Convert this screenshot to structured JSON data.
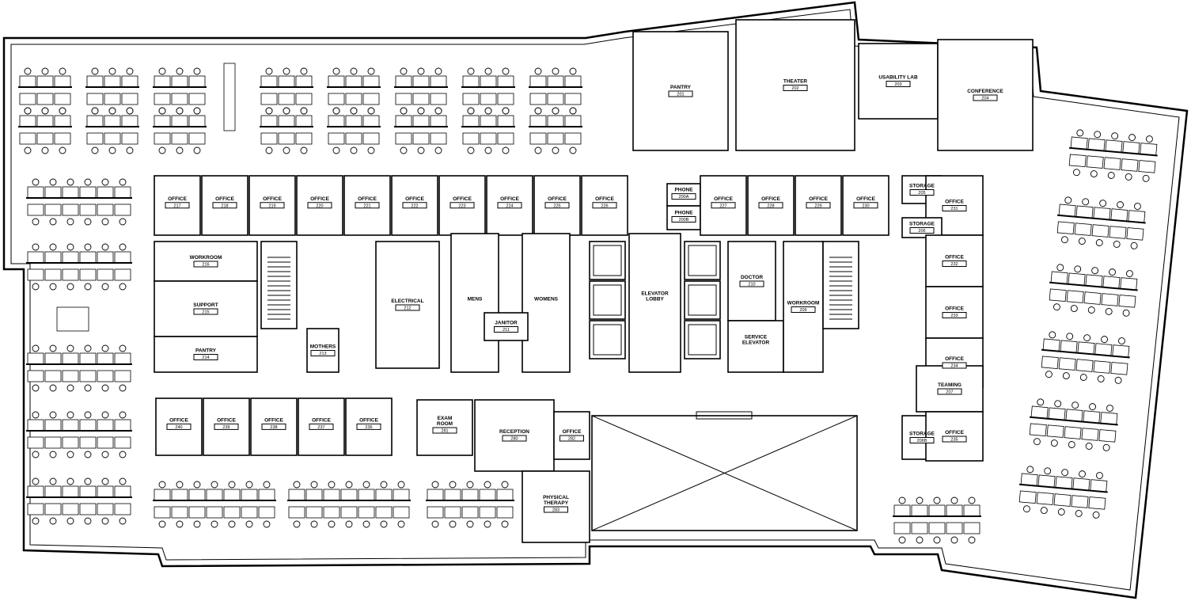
{
  "plan": {
    "accent_color": "#000000",
    "rooms": [
      {
        "label": "OFFICE",
        "number": "217"
      },
      {
        "label": "OFFICE",
        "number": "218"
      },
      {
        "label": "OFFICE",
        "number": "219"
      },
      {
        "label": "OFFICE",
        "number": "220"
      },
      {
        "label": "OFFICE",
        "number": "221"
      },
      {
        "label": "OFFICE",
        "number": "222"
      },
      {
        "label": "OFFICE",
        "number": "223"
      },
      {
        "label": "OFFICE",
        "number": "224"
      },
      {
        "label": "OFFICE",
        "number": "225"
      },
      {
        "label": "OFFICE",
        "number": "226"
      },
      {
        "label": "PHONE",
        "number": "200A"
      },
      {
        "label": "PHONE",
        "number": "200B"
      },
      {
        "label": "OFFICE",
        "number": "227"
      },
      {
        "label": "OFFICE",
        "number": "228"
      },
      {
        "label": "OFFICE",
        "number": "229"
      },
      {
        "label": "OFFICE",
        "number": "230"
      },
      {
        "label": "STORAGE",
        "number": "205"
      },
      {
        "label": "OFFICE",
        "number": "231"
      },
      {
        "label": "STORAGE",
        "number": "206"
      },
      {
        "label": "OFFICE",
        "number": "232"
      },
      {
        "label": "OFFICE",
        "number": "233"
      },
      {
        "label": "OFFICE",
        "number": "234"
      },
      {
        "label": "TEAMING",
        "number": "207"
      },
      {
        "label": "STORAGE",
        "number": "206B"
      },
      {
        "label": "OFFICE",
        "number": "235"
      },
      {
        "label": "WORKROOM",
        "number": "216"
      },
      {
        "label": "SUPPORT",
        "number": "215"
      },
      {
        "label": "PANTRY",
        "number": "214"
      },
      {
        "label": "MOTHERS",
        "number": "213"
      },
      {
        "label": "ELECTRICAL",
        "number": "212"
      },
      {
        "label": "MENS",
        "number": ""
      },
      {
        "label": "WOMENS",
        "number": ""
      },
      {
        "label": "JANITOR",
        "number": "211"
      },
      {
        "label": "ELEVATOR LOBBY",
        "number": ""
      },
      {
        "label": "DOCTOR",
        "number": "210"
      },
      {
        "label": "SERVICE ELEVATOR",
        "number": ""
      },
      {
        "label": "WORKROOM",
        "number": "209"
      },
      {
        "label": "OFFICE",
        "number": "240"
      },
      {
        "label": "OFFICE",
        "number": "239"
      },
      {
        "label": "OFFICE",
        "number": "238"
      },
      {
        "label": "OFFICE",
        "number": "237"
      },
      {
        "label": "OFFICE",
        "number": "236"
      },
      {
        "label": "EXAM ROOM",
        "number": "281"
      },
      {
        "label": "RECEPTION",
        "number": "280"
      },
      {
        "label": "OFFICE",
        "number": "282"
      },
      {
        "label": "PHYSICAL THERAPY",
        "number": "283"
      },
      {
        "label": "PANTRY",
        "number": "201"
      },
      {
        "label": "THEATER",
        "number": "202"
      },
      {
        "label": "USABILITY LAB",
        "number": "203"
      },
      {
        "label": "CONFERENCE",
        "number": "204"
      }
    ]
  }
}
